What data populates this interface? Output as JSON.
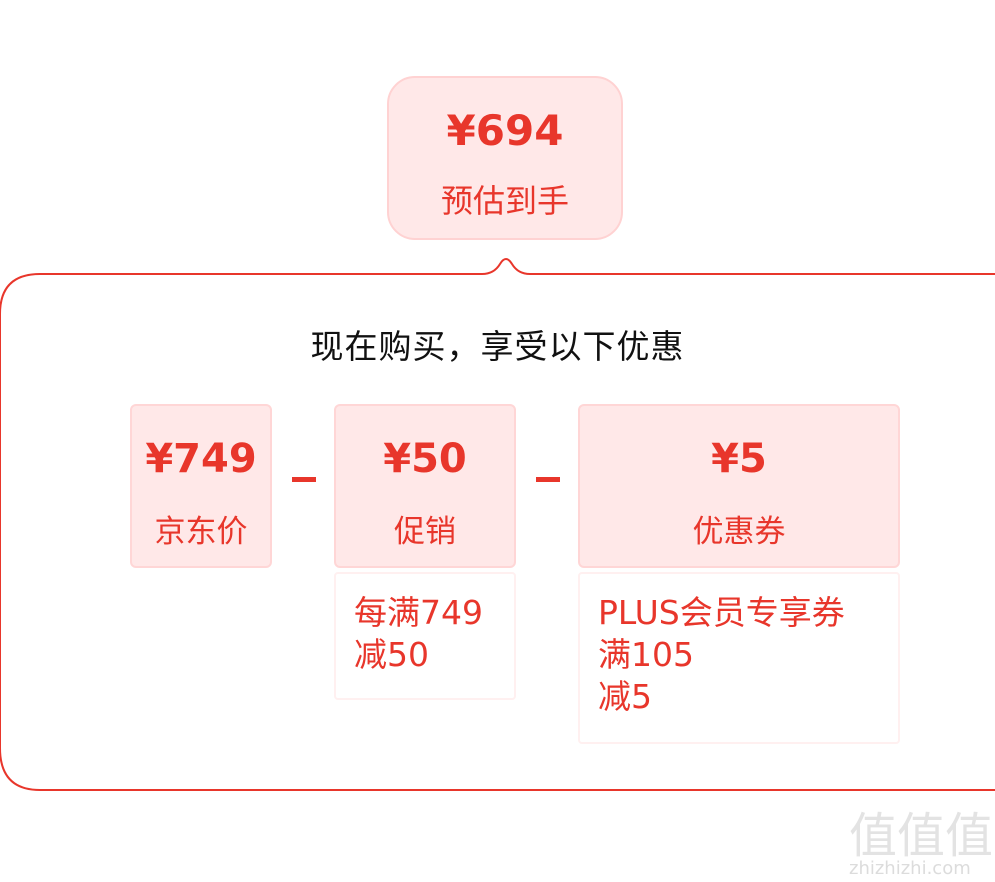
{
  "estimate": {
    "price": "¥694",
    "label": "预估到手"
  },
  "headline": "现在购买，享受以下优惠",
  "cards": [
    {
      "value": "¥749",
      "label": "京东价"
    },
    {
      "value": "¥50",
      "label": "促销"
    },
    {
      "value": "¥5",
      "label": "优惠券"
    }
  ],
  "details": {
    "promo": [
      "每满749",
      "减50"
    ],
    "coupon": [
      "PLUS会员专享券",
      "满105",
      "减5"
    ]
  },
  "watermark": {
    "glyphs": "值值值",
    "site": "zhizhizhi.com"
  },
  "colors": {
    "accent": "#e8362b",
    "card_bg": "#ffe8e8"
  }
}
